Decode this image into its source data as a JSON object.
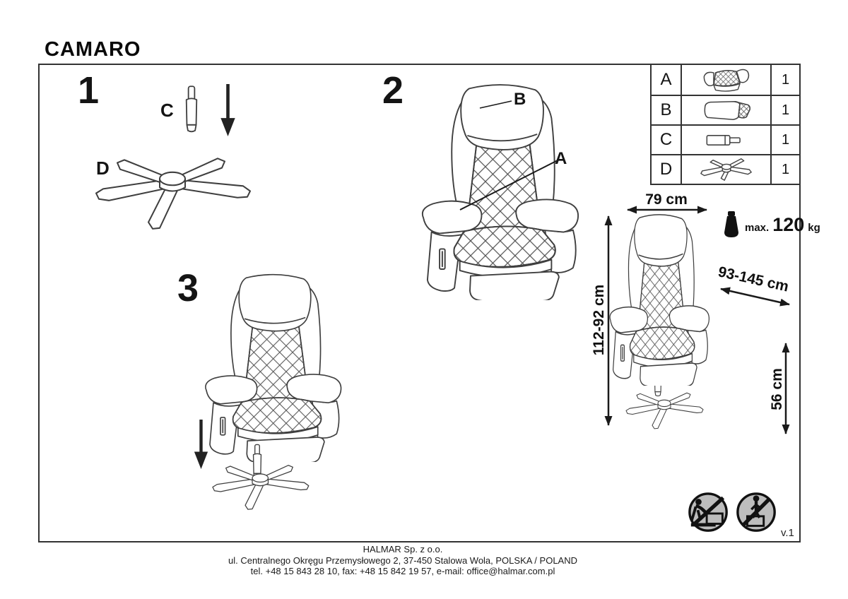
{
  "title": "CAMARO",
  "version": "v.1",
  "steps": {
    "one": {
      "number": "1",
      "label_c": "C",
      "label_d": "D"
    },
    "two": {
      "number": "2",
      "label_a": "A",
      "label_b": "B"
    },
    "three": {
      "number": "3"
    }
  },
  "parts_table": {
    "rows": [
      {
        "letter": "A",
        "qty": "1",
        "icon": "seat-part-icon"
      },
      {
        "letter": "B",
        "qty": "1",
        "icon": "backrest-part-icon"
      },
      {
        "letter": "C",
        "qty": "1",
        "icon": "gas-lift-part-icon"
      },
      {
        "letter": "D",
        "qty": "1",
        "icon": "five-star-base-part-icon"
      }
    ]
  },
  "dimensions": {
    "width": "79 cm",
    "height": "112-92 cm",
    "depth": "93-145 cm",
    "seat_height": "56 cm",
    "max_load": {
      "prefix": "max.",
      "value": "120",
      "unit": "kg"
    }
  },
  "icons": {
    "step1_part": "gas-lift-icon",
    "step1_base": "five-star-base-icon",
    "down_arrow": "down-arrow-icon",
    "weight": "max-weight-icon",
    "warning1": "no-climbing-on-chair-icon",
    "warning2": "no-standing-on-chair-icon"
  },
  "footer": {
    "line1": "HALMAR Sp. z o.o.",
    "line2": "ul. Centralnego Okręgu Przemysłowego 2, 37-450 Stalowa Wola, POLSKA / POLAND",
    "line3": "tel. +48 15 843 28 10, fax: +48 15 842 19 57, e-mail: office@halmar.com.pl"
  }
}
